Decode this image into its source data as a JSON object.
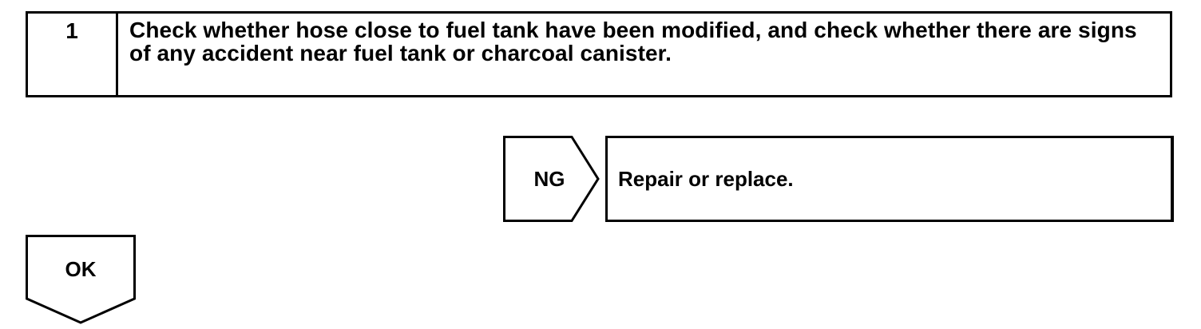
{
  "step": {
    "number": "1",
    "text": "Check whether hose close to fuel tank have been modified, and check whether there are signs of any accident near fuel tank or charcoal canister."
  },
  "ng_branch": {
    "label": "NG",
    "result": "Repair or replace."
  },
  "ok_branch": {
    "label": "OK"
  }
}
